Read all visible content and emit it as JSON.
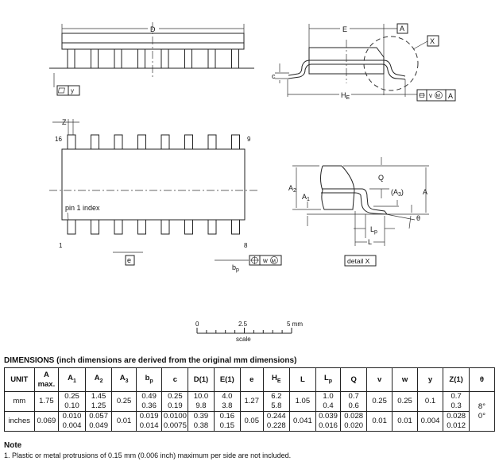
{
  "drawing": {
    "D": "D",
    "E": "E",
    "A_box": "A",
    "X_box": "X",
    "c": "c",
    "HE": "H",
    "HE_sub": "E",
    "y_box": "y",
    "v": "v",
    "M": "M",
    "A_ref": "A",
    "w": "w",
    "Z": "Z",
    "pin16": "16",
    "pin9": "9",
    "pin1": "1",
    "pin8": "8",
    "pin1_index": "pin 1 index",
    "e": "e",
    "bp": "b",
    "bp_sub": "p",
    "A2": "A",
    "A2_sub": "2",
    "A1": "A",
    "A1_sub": "1",
    "Q": "Q",
    "A3": "(A",
    "A3_sub": "3",
    "A3_close": ")",
    "Adim": "A",
    "theta": "θ",
    "Lp": "L",
    "Lp_sub": "p",
    "L": "L",
    "detail": "detail X",
    "scale_0": "0",
    "scale_mid": "2.5",
    "scale_max": "5 mm",
    "scale_label": "scale"
  },
  "table": {
    "title": "DIMENSIONS (inch dimensions are derived from the original mm dimensions)",
    "headers": [
      "UNIT",
      "A max.",
      "A1",
      "A2",
      "A3",
      "bp",
      "c",
      "D(1)",
      "E(1)",
      "e",
      "HE",
      "L",
      "Lp",
      "Q",
      "v",
      "w",
      "y",
      "Z(1)",
      "θ"
    ],
    "rows": [
      {
        "unit": "mm",
        "A": "1.75",
        "A1": [
          "0.25",
          "0.10"
        ],
        "A2": [
          "1.45",
          "1.25"
        ],
        "A3": "0.25",
        "bp": [
          "0.49",
          "0.36"
        ],
        "c": [
          "0.25",
          "0.19"
        ],
        "D": [
          "10.0",
          "9.8"
        ],
        "E": [
          "4.0",
          "3.8"
        ],
        "e": "1.27",
        "HE": [
          "6.2",
          "5.8"
        ],
        "L": "1.05",
        "Lp": [
          "1.0",
          "0.4"
        ],
        "Q": [
          "0.7",
          "0.6"
        ],
        "v": "0.25",
        "w": "0.25",
        "y": "0.1",
        "Z": [
          "0.7",
          "0.3"
        ]
      },
      {
        "unit": "inches",
        "A": "0.069",
        "A1": [
          "0.010",
          "0.004"
        ],
        "A2": [
          "0.057",
          "0.049"
        ],
        "A3": "0.01",
        "bp": [
          "0.019",
          "0.014"
        ],
        "c": [
          "0.0100",
          "0.0075"
        ],
        "D": [
          "0.39",
          "0.38"
        ],
        "E": [
          "0.16",
          "0.15"
        ],
        "e": "0.05",
        "HE": [
          "0.244",
          "0.228"
        ],
        "L": "0.041",
        "Lp": [
          "0.039",
          "0.016"
        ],
        "Q": [
          "0.028",
          "0.020"
        ],
        "v": "0.01",
        "w": "0.01",
        "y": "0.004",
        "Z": [
          "0.028",
          "0.012"
        ]
      }
    ],
    "theta": [
      "8°",
      "0°"
    ]
  },
  "note": {
    "heading": "Note",
    "text": "1. Plastic or metal protrusions of 0.15 mm (0.006 inch) maximum per side are not included."
  }
}
